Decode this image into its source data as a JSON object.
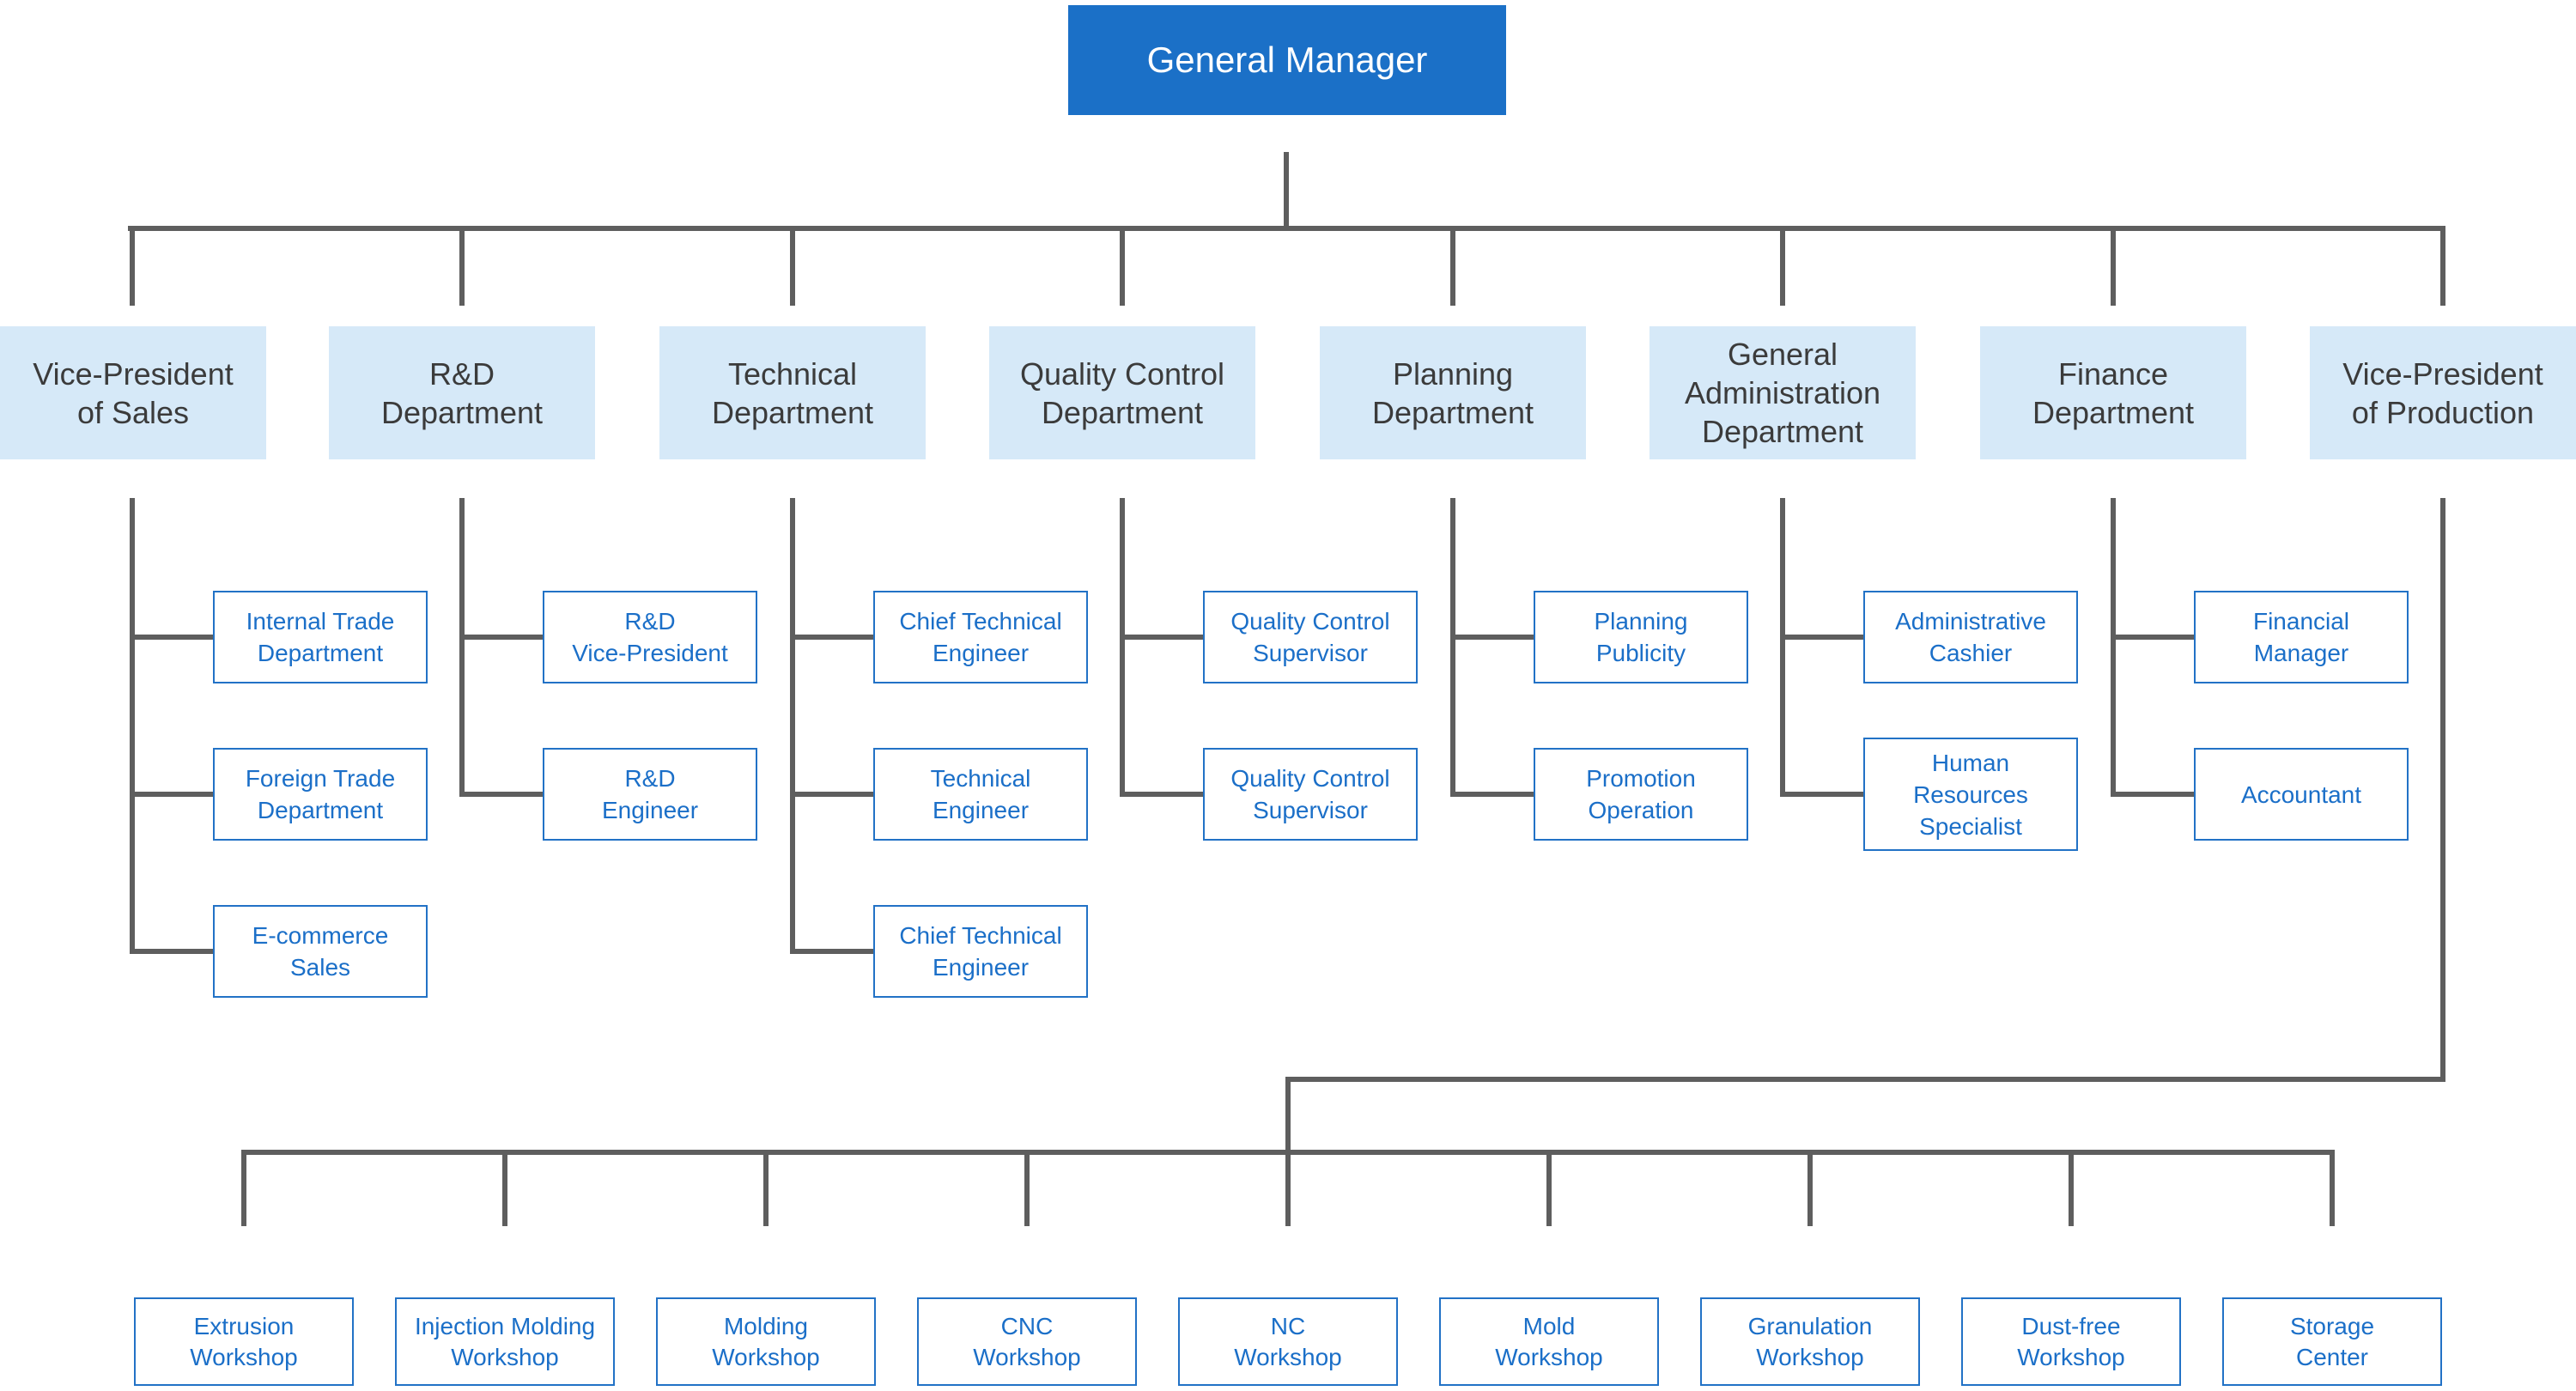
{
  "root": {
    "label": "General Manager"
  },
  "colors": {
    "root_fill": "#1b70c7",
    "root_text": "#ffffff",
    "department_fill": "#d6e9f8",
    "department_text": "#3b3b3b",
    "sub_border": "#2272c6",
    "sub_text": "#1b6fc8",
    "connector_line": "#5e5e5e",
    "background": "#ffffff"
  },
  "departments": [
    {
      "label": "Vice-President\nof Sales",
      "children": [
        "Internal Trade\nDepartment",
        "Foreign Trade\nDepartment",
        "E-commerce\nSales"
      ]
    },
    {
      "label": "R&D\nDepartment",
      "children": [
        "R&D\nVice-President",
        "R&D\nEngineer"
      ]
    },
    {
      "label": "Technical\nDepartment",
      "children": [
        "Chief Technical\nEngineer",
        "Technical\nEngineer",
        "Chief Technical\nEngineer"
      ]
    },
    {
      "label": "Quality Control\nDepartment",
      "children": [
        "Quality Control\nSupervisor",
        "Quality Control\nSupervisor"
      ]
    },
    {
      "label": "Planning\nDepartment",
      "children": [
        "Planning\nPublicity",
        "Promotion\nOperation"
      ]
    },
    {
      "label": "General\nAdministration\nDepartment",
      "children": [
        "Administrative\nCashier",
        "Human\nResources\nSpecialist"
      ]
    },
    {
      "label": "Finance\nDepartment",
      "children": [
        "Financial\nManager",
        "Accountant"
      ]
    },
    {
      "label": "Vice-President\nof Production",
      "children": []
    }
  ],
  "production_workshops": [
    "Extrusion\nWorkshop",
    "Injection Molding\nWorkshop",
    "Molding\nWorkshop",
    "CNC\nWorkshop",
    "NC\nWorkshop",
    "Mold\nWorkshop",
    "Granulation\nWorkshop",
    "Dust-free\nWorkshop",
    "Storage\nCenter"
  ]
}
